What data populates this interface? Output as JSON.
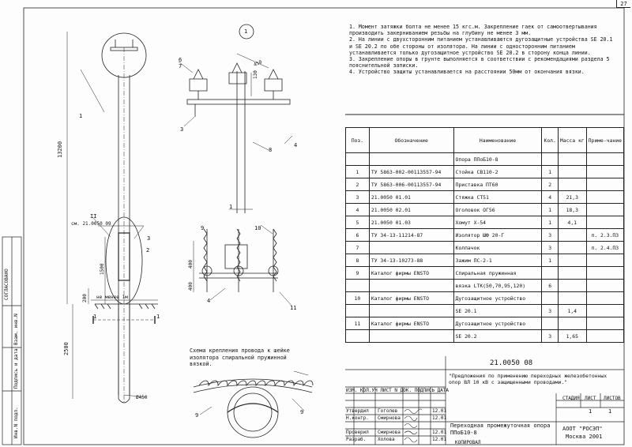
{
  "sheet": {
    "page": "27"
  },
  "drawing": {
    "dim_height": "13200",
    "dim_depth": "2500",
    "dim_1500": "1500",
    "dim_200": "200",
    "dim_min": "не менее 1м",
    "dim_diameter": "Ø450",
    "ref_sm": "см. 21.0050 09",
    "pos_1": "1",
    "pos_2": "2",
    "pos_3": "3",
    "pos_4": "4",
    "pos_6": "6",
    "pos_7": "7",
    "pos_8": "8",
    "pos_9": "9",
    "pos_10": "10",
    "pos_11": "11",
    "sec_mark": "1",
    "view_1": "1",
    "view_2": "II",
    "dim_450": "450",
    "dim_130": "130",
    "dim_400": "400",
    "tie_caption": "Схема крепления провода к шейке изолятора спиральной пружинной вязкой."
  },
  "notes": [
    "1. Момент затяжки болта не менее 15 кгс.м. Закрепление гаек от самоотвертывания производить закерниванием резьбы на глубину не менее 3 мм.",
    "2. На линии с двухсторонним питанием устанавливаются дугозащитные устройства SE 20.1 и SE 20.2 по обе стороны от изолятора. На линии с односторонним питанием устанавливается только дугозащитное устройство SE 20.2 в сторону конца линии.",
    "3. Закрепление опоры в грунте выполняется в соответствии с рекомендациями раздела 5 пояснительной записки.",
    "4. Устройство защиты устанавливается на расстоянии 50мм от окончания вязки."
  ],
  "table": {
    "headers": [
      "Поз.",
      "Обозначение",
      "Наименование",
      "Кол.",
      "Масса кг",
      "Приме-чание"
    ],
    "rows": [
      [
        "",
        "",
        "Опора ППоБ10-8",
        "",
        "",
        ""
      ],
      [
        "1",
        "ТУ 5863-002-00113557-94",
        "Стойка СВ110-2",
        "1",
        "",
        ""
      ],
      [
        "2",
        "ТУ 5863-006-00113557-94",
        "Приставка ПТ60",
        "2",
        "",
        ""
      ],
      [
        "3",
        "21.0050 01.01",
        "Стяжка СТ51",
        "4",
        "21,3",
        ""
      ],
      [
        "4",
        "21.0050 02.01",
        "Оголовок ОГ56",
        "1",
        "18,3",
        ""
      ],
      [
        "5",
        "21.0050 01.03",
        "Хомут Х-54",
        "1",
        "4,1",
        ""
      ],
      [
        "6",
        "ТУ 34-13-11214-87",
        "Изолятор ШФ 20-Г",
        "3",
        "",
        "п. 2.3.ПЗ"
      ],
      [
        "7",
        "",
        "Колпачок",
        "3",
        "",
        "п. 2.4.ПЗ"
      ],
      [
        "8",
        "ТУ 34-13-10273-88",
        "Зажим ПС-2-1",
        "1",
        "",
        ""
      ],
      [
        "9",
        "Каталог фирмы ENSTO",
        "Спиральная пружинная",
        "",
        "",
        ""
      ],
      [
        "",
        "",
        "вязка LTK(50,70,95,120)",
        "6",
        "",
        ""
      ],
      [
        "10",
        "Каталог фирмы ENSTO",
        "Дугозащитное устройство",
        "",
        "",
        ""
      ],
      [
        "",
        "",
        "SE 20.1",
        "3",
        "1,4",
        ""
      ],
      [
        "11",
        "Каталог фирмы ENSTO",
        "Дугозащитное устройство",
        "",
        "",
        ""
      ],
      [
        "",
        "",
        "SE 20.2",
        "3",
        "1,65",
        ""
      ]
    ]
  },
  "stamp": {
    "code": "21.0050 08",
    "project": "\"Предложения по применению переходных железобетонных опор ВЛ 10 кВ с защищенными проводами.\"",
    "stage_label": "СТАДИЯ",
    "sheet_label": "ЛИСТ",
    "sheets_label": "ЛИСТОВ",
    "sheet": "1",
    "sheets": "1",
    "title": "Переходная промежуточная опора ППоБ10-8",
    "org": "АООТ \"РОСЭП\"",
    "city": "Москва 2001",
    "header": "ИЗМ. КОЛ.УЧ ЛИСТ N ДОК. ПОДПИСЬ ДАТА",
    "copied": "КОПИРОВАЛ",
    "roles": [
      [
        "Утвердил",
        "Гоголев"
      ],
      [
        "Н.контр.",
        "Смирнова"
      ],
      [
        "Проверил",
        "Смирнова"
      ],
      [
        "Разраб.",
        "Холова"
      ]
    ],
    "dates": [
      "12.01",
      "12.01",
      "12.01",
      "12.01"
    ]
  },
  "side": {
    "agreed": "СОГЛАСОВАНО",
    "replaced": "Взам. инв.N",
    "sign_date": "Подпись и дата",
    "inv": "Инв.N подл."
  }
}
